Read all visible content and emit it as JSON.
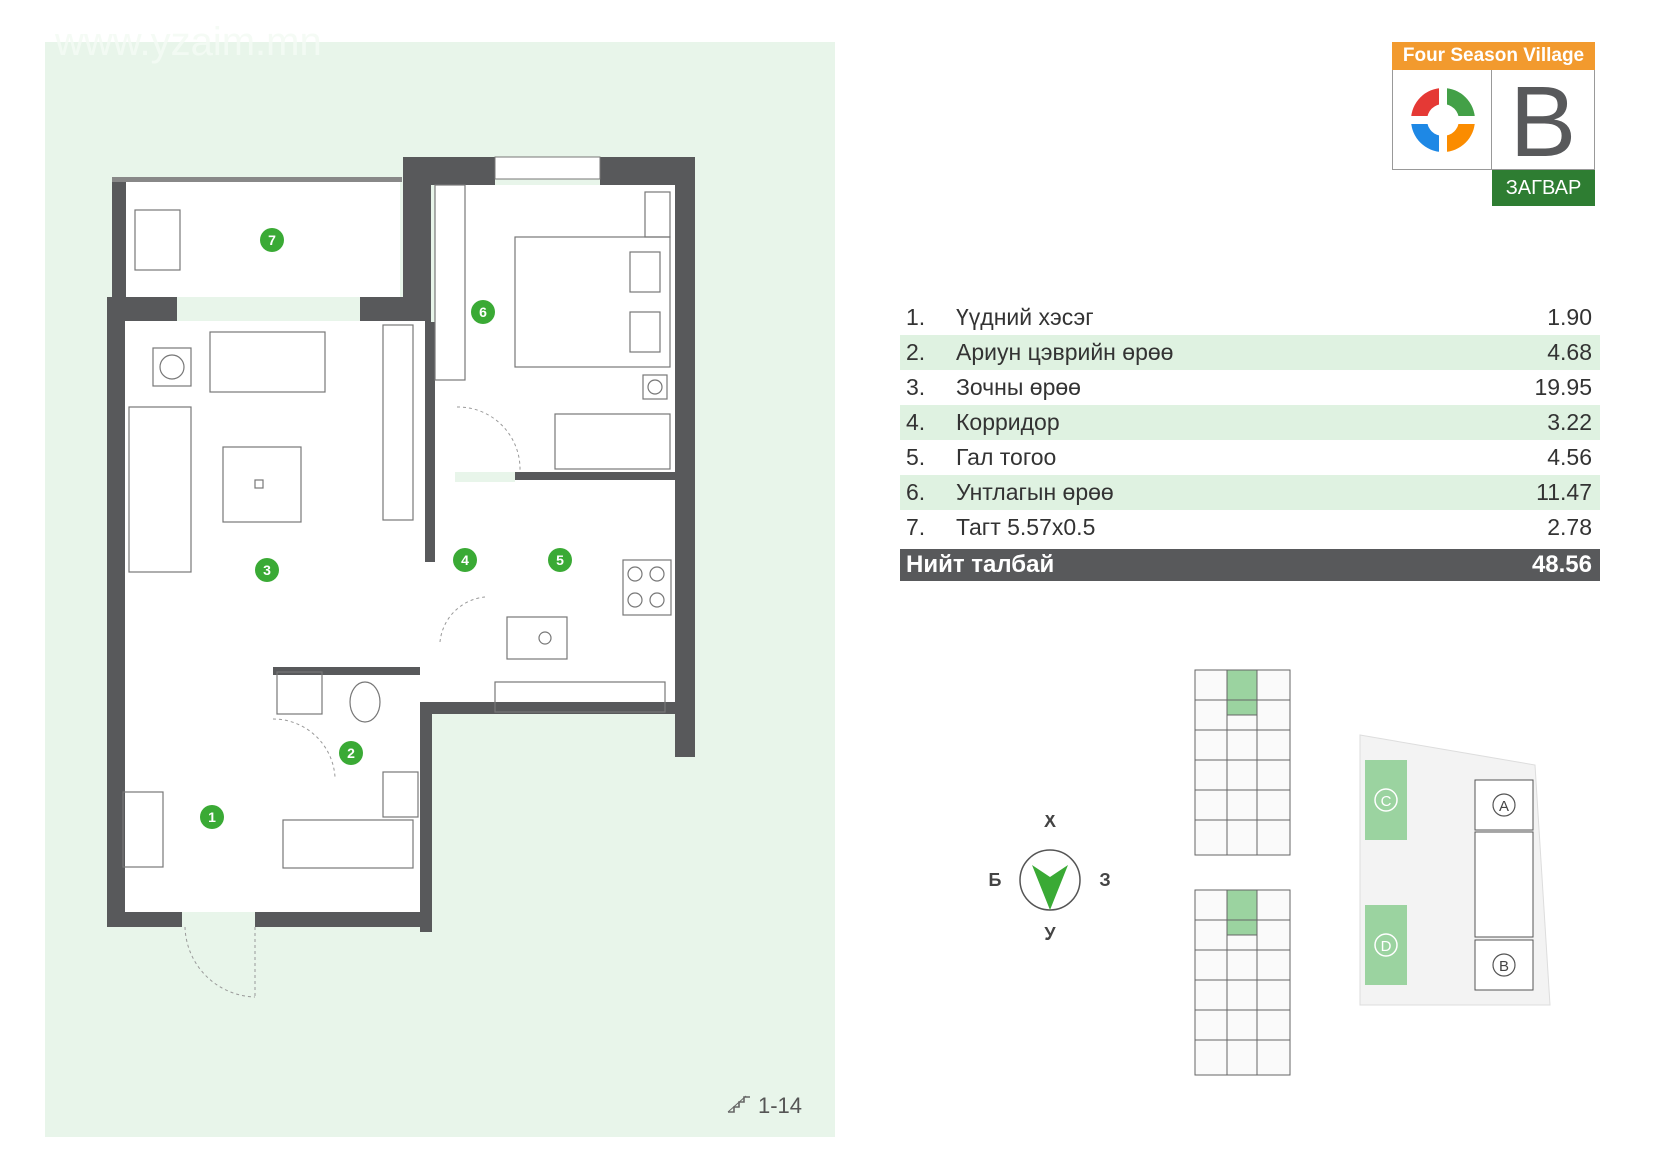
{
  "watermark": "www.yzaim.mn",
  "logo": {
    "brand": "Four Season Village",
    "letter": "B",
    "subtitle": "ЗАГВАР"
  },
  "rooms": [
    {
      "num": "1.",
      "name": "Үүдний хэсэг",
      "area": "1.90",
      "marker": "1"
    },
    {
      "num": "2.",
      "name": "Ариун цэврийн өрөө",
      "area": "4.68",
      "marker": "2"
    },
    {
      "num": "3.",
      "name": "Зочны өрөө",
      "area": "19.95",
      "marker": "3"
    },
    {
      "num": "4.",
      "name": "Корридор",
      "area": "3.22",
      "marker": "4"
    },
    {
      "num": "5.",
      "name": "Гал тогоо",
      "area": "4.56",
      "marker": "5"
    },
    {
      "num": "6.",
      "name": "Унтлагын өрөө",
      "area": "11.47",
      "marker": "6"
    },
    {
      "num": "7.",
      "name": "Тагт  5.57x0.5",
      "area": "2.78",
      "marker": "7"
    }
  ],
  "total": {
    "label": "Нийт талбай",
    "value": "48.56"
  },
  "floor_range": "1-14",
  "compass": {
    "north": "Х",
    "south": "У",
    "west": "Б",
    "east": "З"
  },
  "site_blocks": [
    "A",
    "B",
    "C",
    "D"
  ],
  "colors": {
    "accent_green": "#3aaa35",
    "brand_orange": "#f29a2e",
    "brand_green": "#2e7d32",
    "wall": "#58595b",
    "panel_bg": "#e8f5ea"
  }
}
